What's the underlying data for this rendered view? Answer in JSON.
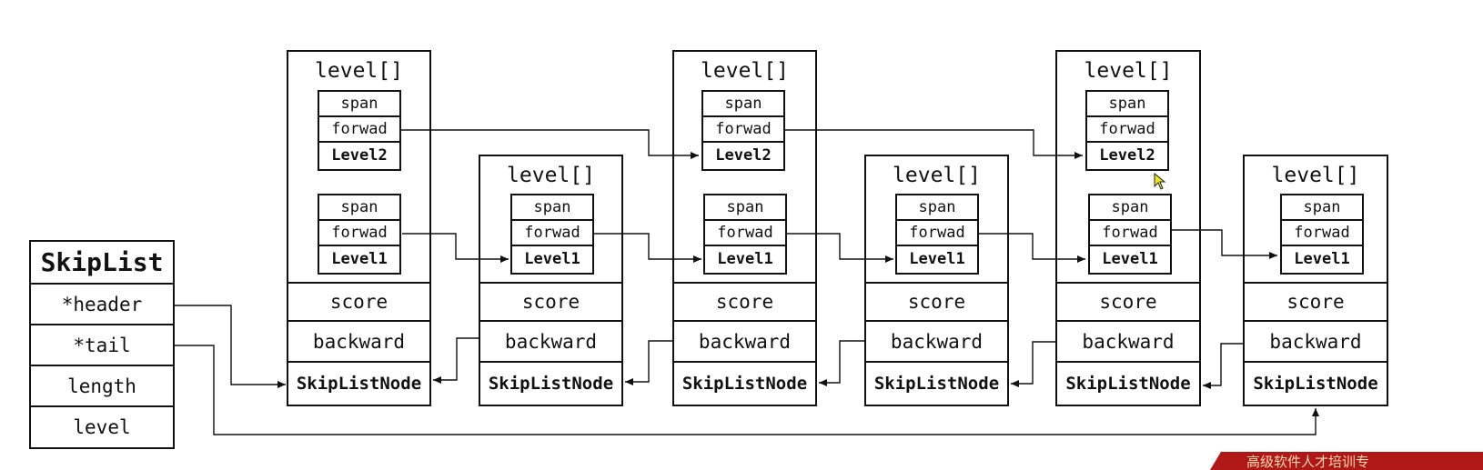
{
  "skiplist": {
    "title": "SkipList",
    "fields": [
      "*header",
      "*tail",
      "length",
      "level"
    ]
  },
  "node_labels": {
    "level_array": "level[]",
    "span": "span",
    "forward": "forwad",
    "level1": "Level1",
    "level2": "Level2",
    "score": "score",
    "backward": "backward",
    "node_name": "SkipListNode"
  },
  "banner": {
    "text": "高级软件人才培训专"
  },
  "colors": {
    "stroke": "#111111",
    "banner": "#b01818",
    "cursor": "#e8e820"
  }
}
